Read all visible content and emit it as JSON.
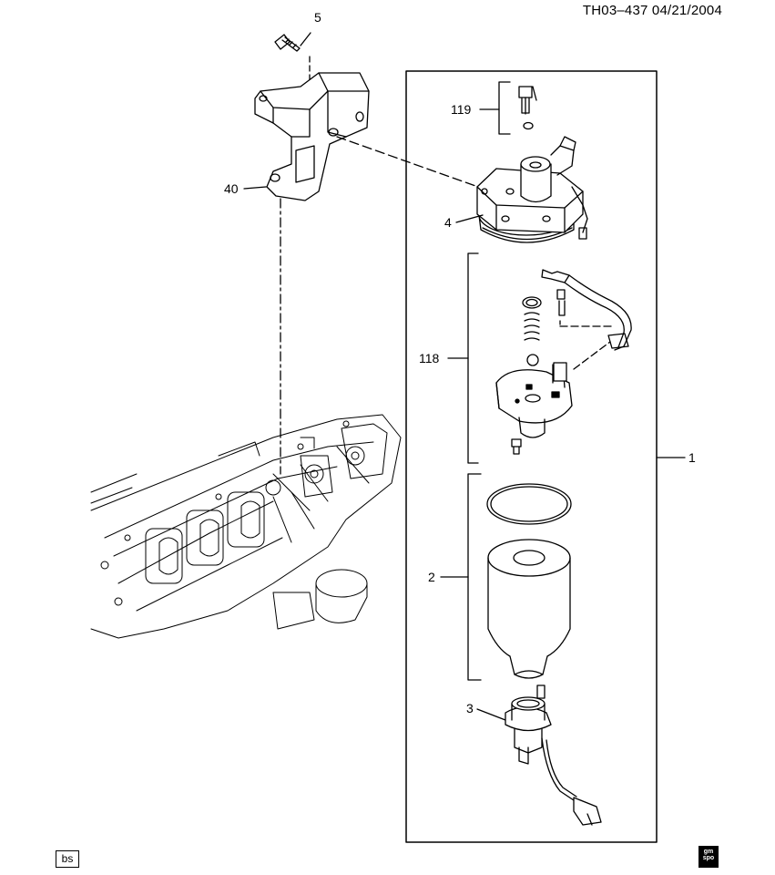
{
  "header": {
    "reference": "TH03–437  04/21/2004"
  },
  "callouts": [
    {
      "id": "5",
      "label": "5"
    },
    {
      "id": "119",
      "label": "119"
    },
    {
      "id": "40",
      "label": "40"
    },
    {
      "id": "4",
      "label": "4"
    },
    {
      "id": "118",
      "label": "118"
    },
    {
      "id": "1",
      "label": "1"
    },
    {
      "id": "2",
      "label": "2"
    },
    {
      "id": "3",
      "label": "3"
    }
  ],
  "footer": {
    "badge": "bs",
    "logo_top": "gm",
    "logo_bottom": "spo"
  },
  "icons": [
    "bolt-icon",
    "bracket-icon",
    "filter-head-icon",
    "fuel-heater-icon",
    "filter-element-icon",
    "water-sensor-icon",
    "engine-block-icon",
    "gm-spo-logo-icon"
  ]
}
